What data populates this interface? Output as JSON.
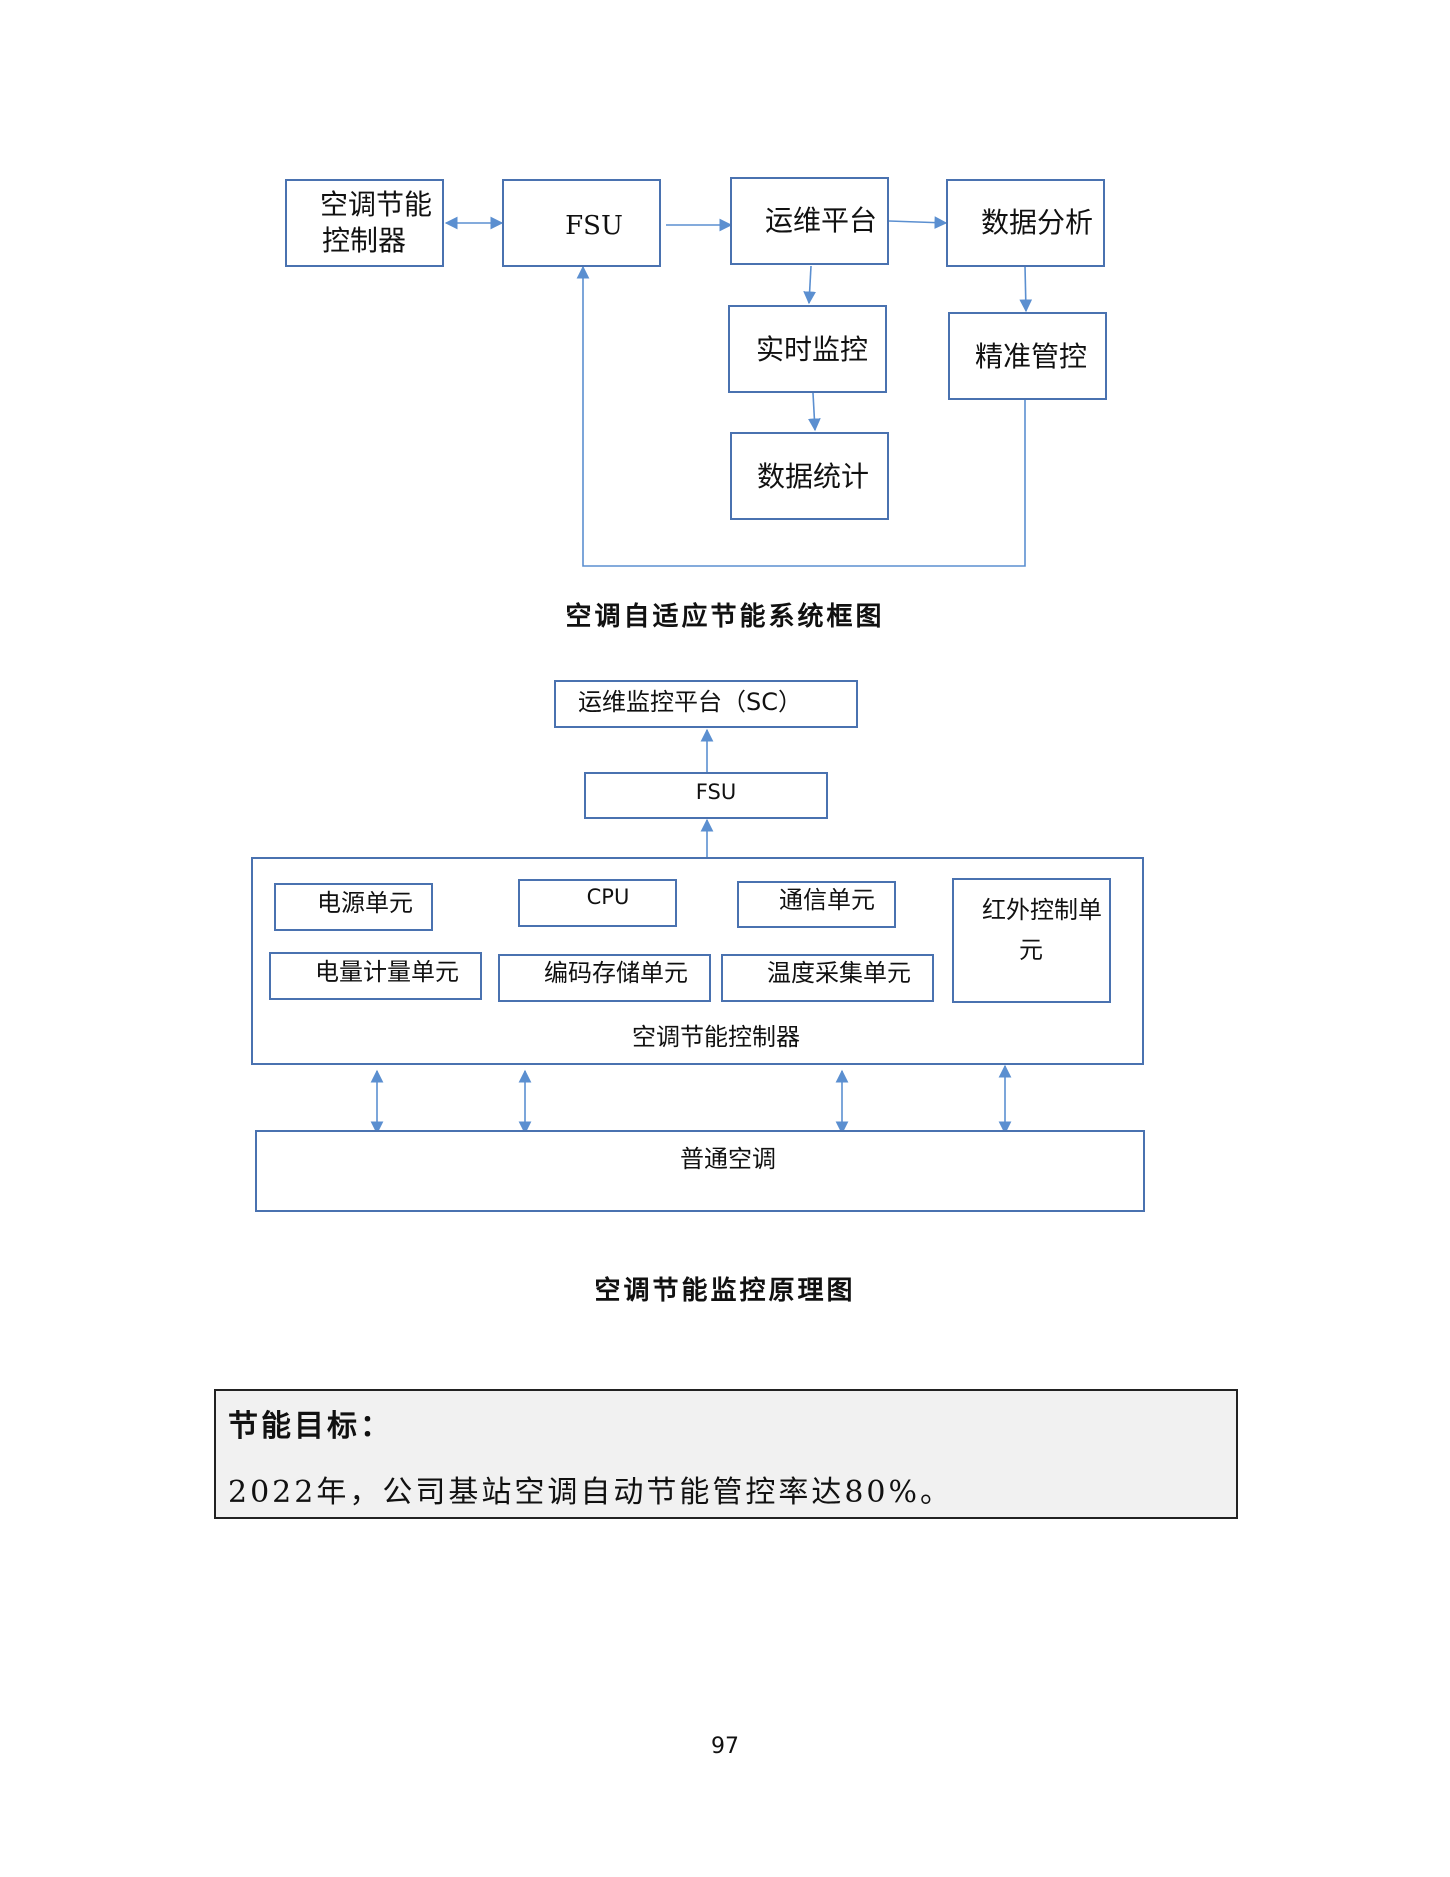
{
  "diagram1": {
    "nodes": {
      "controller_line1": "空调节能",
      "controller_line2": "控制器",
      "fsu": "FSU",
      "ops_platform": "运维平台",
      "data_analysis": "数据分析",
      "realtime_monitor": "实时监控",
      "precise_control": "精准管控",
      "data_statistics": "数据统计"
    },
    "caption": "空调自适应节能系统框图"
  },
  "diagram2": {
    "nodes": {
      "sc_platform": "运维监控平台（SC）",
      "fsu": "FSU",
      "power_unit": "电源单元",
      "cpu": "CPU",
      "comm_unit": "通信单元",
      "ir_line1": "红外控制单",
      "ir_line2": "元",
      "metering_unit": "电量计量单元",
      "encoding_storage": "编码存储单元",
      "temp_collection": "温度采集单元",
      "controller_label": "空调节能控制器",
      "ordinary_ac": "普通空调"
    },
    "caption": "空调节能监控原理图"
  },
  "target": {
    "title": "节能目标：",
    "text": "2022年，公司基站空调自动节能管控率达80%。"
  },
  "page_number": "97",
  "colors": {
    "box_stroke": "#4a72b0",
    "connector": "#5b8fd0",
    "target_background": "#f1f1f1"
  }
}
